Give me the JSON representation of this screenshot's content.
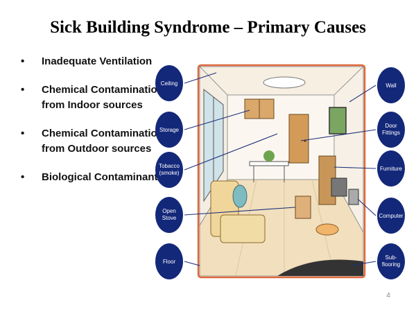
{
  "slide": {
    "title": "Sick Building Syndrome – Primary Causes",
    "page_number": "4"
  },
  "bullets": [
    {
      "label": "Inadequate Ventilation"
    },
    {
      "label": "Chemical Contamination from Indoor sources"
    },
    {
      "label": "Chemical Contamination from Outdoor sources"
    },
    {
      "label": "Biological Contaminants"
    }
  ],
  "room_labels": {
    "ceiling": "Ceiling",
    "storage": "Storage",
    "tobacco_line1": "Tobacco",
    "tobacco_line2": "(smoke)",
    "open_stove_line1": "Open",
    "open_stove_line2": "Stove",
    "floor": "Floor",
    "wall": "Wall",
    "door_line1": "Door",
    "door_line2": "Fittings",
    "furniture": "Furniture",
    "computer": "Computer",
    "sub_flooring_line1": "Sub-",
    "sub_flooring_line2": "flooring"
  },
  "colors": {
    "badge": "#14287a",
    "frame": "#e0693c",
    "wood": "#d9a86a"
  }
}
